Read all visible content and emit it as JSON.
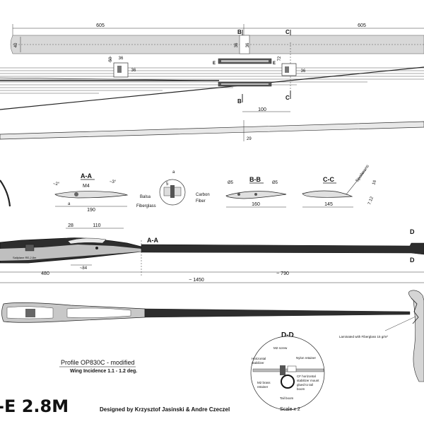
{
  "wing": {
    "span_left": "605",
    "span_right": "605",
    "root_thickness": "40",
    "root_width_50": "50",
    "fitting_36_a": "36",
    "fitting_36_b": "36",
    "fitting_36_c": "36",
    "fitting_36_d": "36",
    "fitting_36_e": "36",
    "fitting_72": "72",
    "spacing_100": "100",
    "chord_29": "29",
    "section_b_top": "B",
    "section_b_bottom": "B",
    "section_c_top": "C",
    "section_c_bottom": "C",
    "marker_e_left": "E",
    "marker_e_right": "E"
  },
  "sections": {
    "aa": {
      "label": "A-A",
      "incidence_left": "~2°",
      "incidence_right": "~3°",
      "bolt": "M4",
      "dim_a": "a",
      "width": "190"
    },
    "detail_a": {
      "label": "a",
      "dim_5": "5",
      "balsa": "Balsa",
      "fiberglass": "Fiberglass",
      "carbon": "Carbon",
      "fiber": "Fiber"
    },
    "bb": {
      "label": "B-B",
      "hole_left": "Ø5",
      "hole_right": "Ø5",
      "width": "160"
    },
    "cc": {
      "label": "C-C",
      "width": "145",
      "spoiler": "Spoilerons",
      "dim_16": "16",
      "dim_712": "7.12"
    }
  },
  "fuselage": {
    "dim_28": "28",
    "dim_110": "110",
    "section_aa": "A-A",
    "dim_84": "~84",
    "dim_480": "480",
    "dim_790": "~ 790",
    "dim_1450": "~ 1450",
    "section_d_top": "D",
    "section_d_bottom": "D",
    "side_text": "Sailplane RE-2.8m",
    "laminated_note": "Laminated with Fiberglass 15 g/m²"
  },
  "profile": {
    "name": "Profile OP830C - modified",
    "incidence": "Wing Incidence 1.1 - 1.2 deg."
  },
  "title": "-E 2.8M",
  "credits": "Designed by Krzysztof Jasinski & Andre Czeczel",
  "detail_dd": {
    "label": "D-D",
    "m2_screw": "M2 screw",
    "nylon_retainer": "Nylon retainer",
    "horizontal": "Horizontal",
    "stabilizer": "stabilizer",
    "m2_brass": "M2 brass",
    "retainer": "retainer",
    "cf_1": "CF horizontal",
    "cf_2": "stabilizer mount",
    "cf_3": "glued to tail",
    "cf_4": "boom",
    "tail_boom": "Tail boom",
    "scale": "Scale x 2"
  }
}
